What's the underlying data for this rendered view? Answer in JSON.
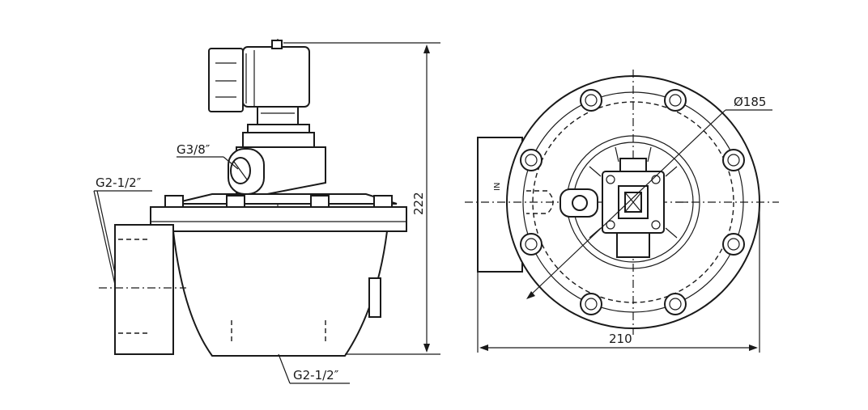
{
  "labels": {
    "g38": "G3/8″",
    "g212_left": "G2-1/2″",
    "g212_bottom": "G2-1/2″",
    "dim_222": "222",
    "dim_185": "Ø185",
    "dim_210": "210",
    "inlet": "IN"
  },
  "colors": {
    "line": "#1a1a1a",
    "background": "#ffffff"
  }
}
